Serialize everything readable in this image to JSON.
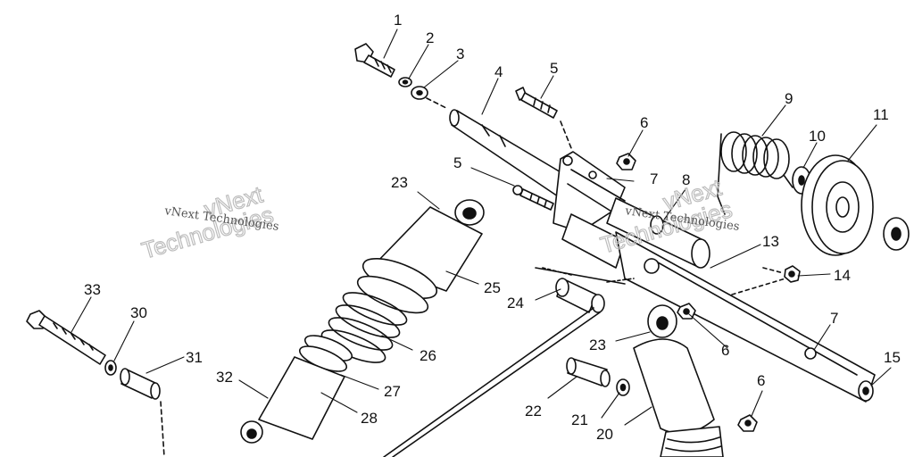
{
  "diagram": {
    "watermarks": [
      {
        "small": "vNext Technologies",
        "big_top": "vNext",
        "big_bottom": "Technologies"
      },
      {
        "small": "vNext Technologies",
        "big_top": "vNext",
        "big_bottom": "Technologies"
      }
    ],
    "labels": {
      "l1": "1",
      "l2": "2",
      "l3": "3",
      "l4": "4",
      "l5a": "5",
      "l5b": "5",
      "l6a": "6",
      "l6b": "6",
      "l6c": "6",
      "l7a": "7",
      "l7b": "7",
      "l8": "8",
      "l9": "9",
      "l10": "10",
      "l11": "11",
      "l13": "13",
      "l14": "14",
      "l15": "15",
      "l20": "20",
      "l21": "21",
      "l22": "22",
      "l23a": "23",
      "l23b": "23",
      "l24": "24",
      "l25": "25",
      "l26": "26",
      "l27": "27",
      "l28": "28",
      "l30": "30",
      "l31": "31",
      "l32": "32",
      "l33": "33"
    }
  }
}
